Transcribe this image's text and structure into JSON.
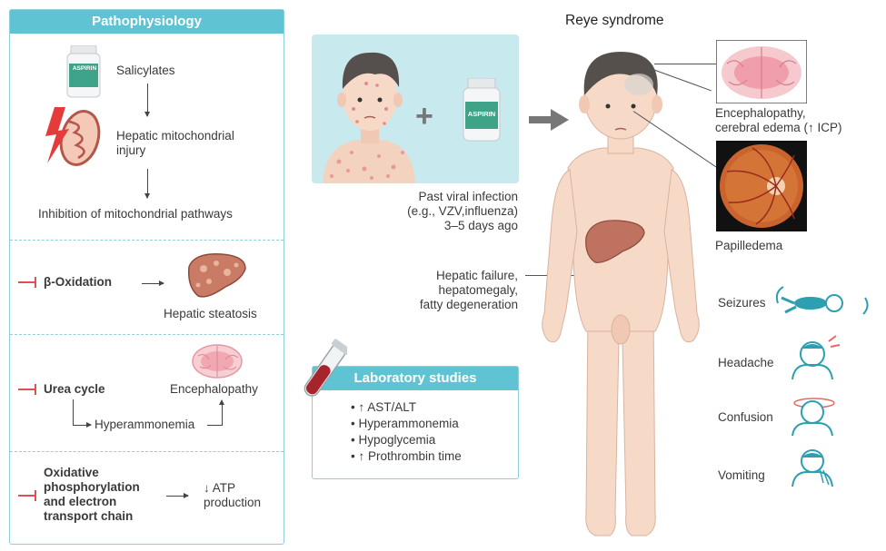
{
  "pathophysiology": {
    "header": "Pathophysiology",
    "salicylates": "Salicylates",
    "aspirin_label": "ASPIRIN",
    "hepatic_injury_line1": "Hepatic mitochondrial",
    "hepatic_injury_line2": "injury",
    "inhibition": "Inhibition of mitochondrial pathways",
    "beta_oxidation": "β-Oxidation",
    "hepatic_steatosis": "Hepatic steatosis",
    "urea_cycle": "Urea cycle",
    "encephalopathy": "Encephalopathy",
    "hyperammonemia": "Hyperammonemia",
    "oxphos_line1": "Oxidative",
    "oxphos_line2": "phosphorylation",
    "oxphos_line3": "and electron",
    "oxphos_line4": "transport chain",
    "atp_line1": "↓ ATP",
    "atp_line2": "production"
  },
  "trigger": {
    "aspirin_label": "ASPIRIN",
    "plus": "+",
    "caption_line1": "Past viral infection",
    "caption_line2": "(e.g., VZV,influenza)",
    "caption_line3": "3–5 days ago"
  },
  "lab": {
    "header": "Laboratory studies",
    "items": [
      "↑ AST/ALT",
      "Hyperammonemia",
      "Hypoglycemia",
      "↑ Prothrombin time"
    ]
  },
  "reye": {
    "title": "Reye syndrome",
    "brain_line1": "Encephalopathy,",
    "brain_line2": "cerebral edema (↑ ICP)",
    "papilledema": "Papilledema",
    "liver_line1": "Hepatic failure,",
    "liver_line2": "hepatomegaly,",
    "liver_line3": "fatty degeneration",
    "symptoms": [
      "Seizures",
      "Headache",
      "Confusion",
      "Vomiting"
    ]
  },
  "colors": {
    "teal": "#5fc3d3",
    "teal_border": "#8fcfd9",
    "inhibit_red": "#d9534f",
    "skin": "#f6d9c6",
    "liver": "#b86a5a",
    "brain_pink": "#f1a9b4"
  }
}
